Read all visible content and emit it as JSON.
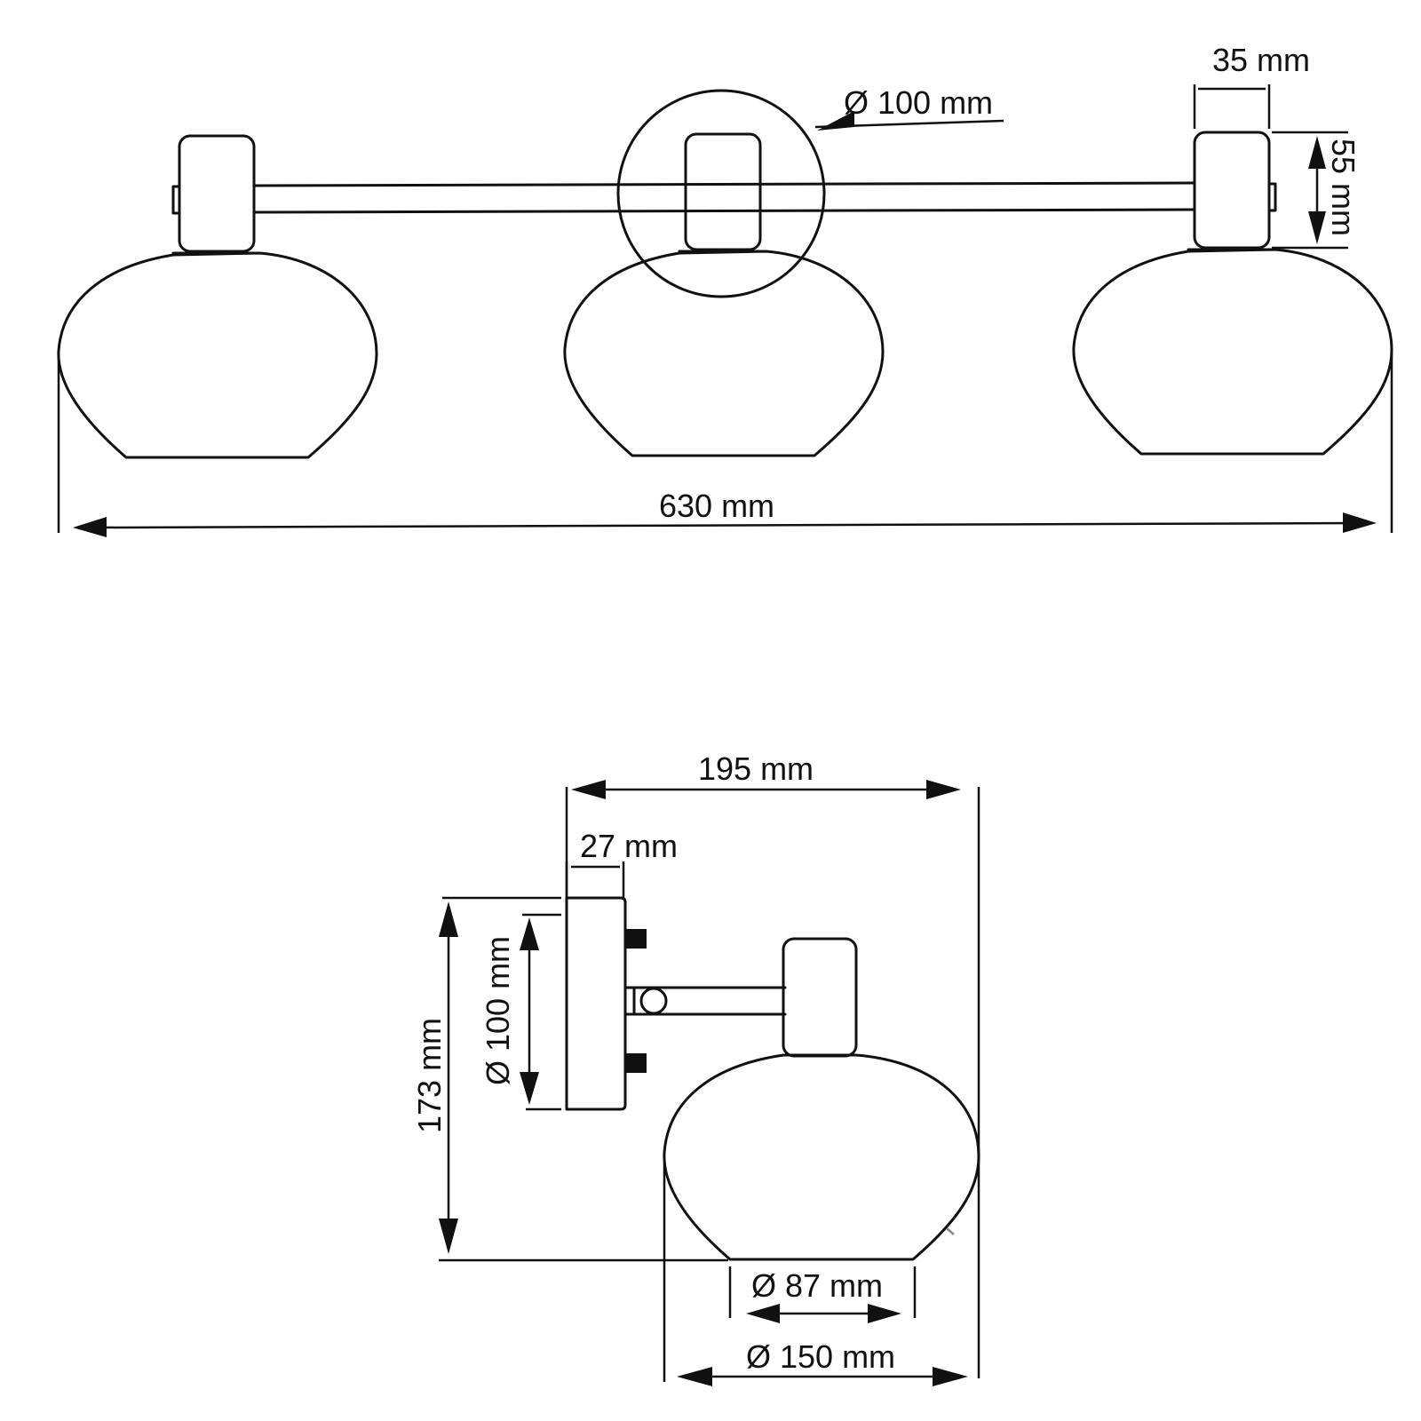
{
  "front_view": {
    "total_width": "630 mm",
    "backplate_diameter": "Ø 100 mm",
    "holder_width": "35 mm",
    "holder_height": "55 mm"
  },
  "side_view": {
    "depth": "195 mm",
    "backplate_depth": "27 mm",
    "height": "173 mm",
    "backplate_diameter": "Ø 100 mm",
    "shade_opening": "Ø 87 mm",
    "shade_diameter": "Ø 150 mm"
  }
}
